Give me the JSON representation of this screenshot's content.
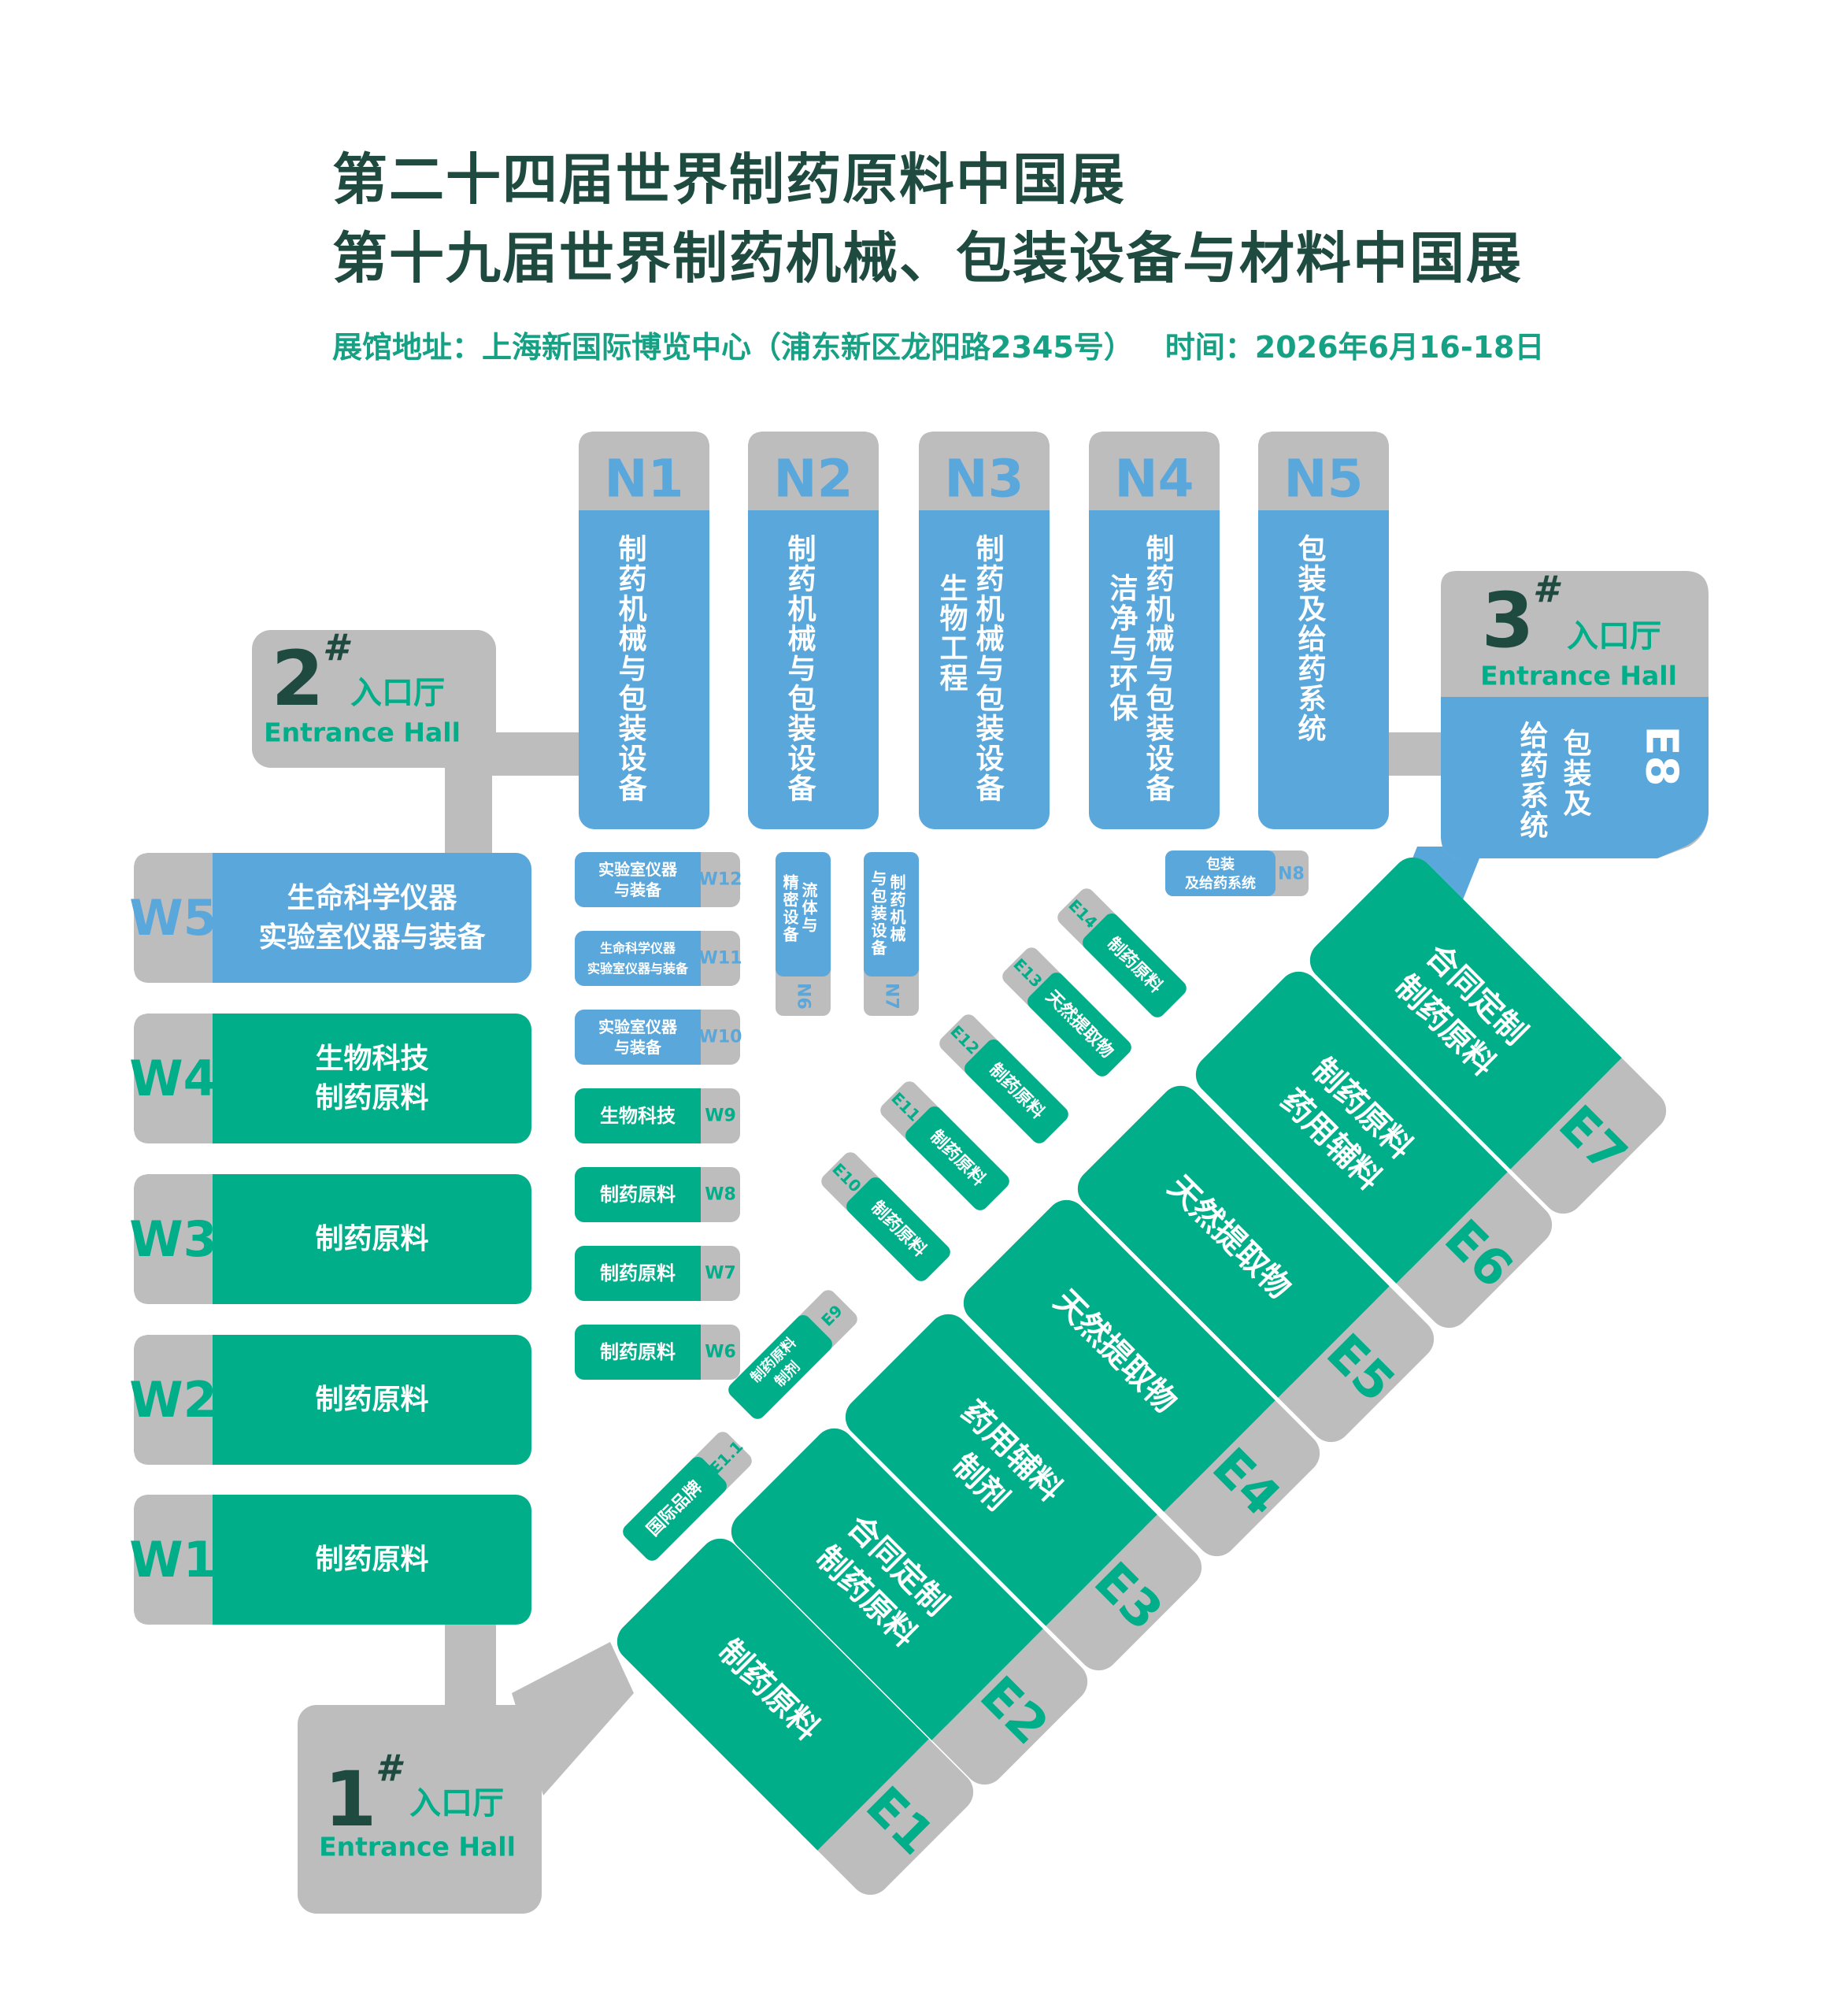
{
  "header": {
    "title_line1": "第二十四届世界制药原料中国展",
    "title_line2": "第十九届世界制药机械、包装设备与材料中国展",
    "address": "展馆地址：上海新国际博览中心（浦东新区龙阳路2345号）",
    "time": "时间：2026年6月16-18日"
  },
  "colors": {
    "green": "#00ae8a",
    "blue": "#5aa7dc",
    "gray": "#bdbdbd",
    "dark": "#1f4a40",
    "white": "#ffffff"
  },
  "entrances": [
    {
      "id": "entrance-1",
      "num": "1",
      "mark": "#",
      "label": "入口厅",
      "en": "Entrance Hall"
    },
    {
      "id": "entrance-2",
      "num": "2",
      "mark": "#",
      "label": "入口厅",
      "en": "Entrance Hall"
    },
    {
      "id": "entrance-3",
      "num": "3",
      "mark": "#",
      "label": "入口厅",
      "en": "Entrance Hall"
    }
  ],
  "north_halls": [
    {
      "code": "N1",
      "lines": [
        "制药机械与包装设备"
      ]
    },
    {
      "code": "N2",
      "lines": [
        "制药机械与包装设备"
      ]
    },
    {
      "code": "N3",
      "lines": [
        "制药机械与包装设备",
        "生物工程"
      ]
    },
    {
      "code": "N4",
      "lines": [
        "制药机械与包装设备",
        "洁净与环保"
      ]
    },
    {
      "code": "N5",
      "lines": [
        "包装及给药系统"
      ]
    }
  ],
  "small_north": [
    {
      "code": "N6",
      "lines": [
        "流体与",
        "精密设备"
      ]
    },
    {
      "code": "N7",
      "lines": [
        "制药机械",
        "与包装设备"
      ]
    },
    {
      "code": "N8",
      "lines": [
        "包装",
        "及给药系统"
      ]
    }
  ],
  "hall_e8": {
    "code": "E8",
    "lines": [
      "包装及",
      "给药系统"
    ]
  },
  "west_halls": [
    {
      "code": "W5",
      "color": "blue",
      "lines": [
        "生命科学仪器",
        "实验室仪器与装备"
      ]
    },
    {
      "code": "W4",
      "color": "green",
      "lines": [
        "生物科技",
        "制药原料"
      ]
    },
    {
      "code": "W3",
      "color": "green",
      "lines": [
        "制药原料"
      ]
    },
    {
      "code": "W2",
      "color": "green",
      "lines": [
        "制药原料"
      ]
    },
    {
      "code": "W1",
      "color": "green",
      "lines": [
        "制药原料"
      ]
    }
  ],
  "small_west": [
    {
      "code": "W12",
      "color": "blue",
      "lines": [
        "实验室仪器",
        "与装备"
      ]
    },
    {
      "code": "W11",
      "color": "blue",
      "lines": [
        "生命科学仪器",
        "实验室仪器与装备"
      ]
    },
    {
      "code": "W10",
      "color": "blue",
      "lines": [
        "实验室仪器",
        "与装备"
      ]
    },
    {
      "code": "W9",
      "color": "green",
      "lines": [
        "生物科技"
      ]
    },
    {
      "code": "W8",
      "color": "green",
      "lines": [
        "制药原料"
      ]
    },
    {
      "code": "W7",
      "color": "green",
      "lines": [
        "制药原料"
      ]
    },
    {
      "code": "W6",
      "color": "green",
      "lines": [
        "制药原料"
      ]
    }
  ],
  "east_halls": [
    {
      "code": "E1",
      "lines": [
        "制药原料"
      ]
    },
    {
      "code": "E2",
      "lines": [
        "合同定制",
        "制药原料"
      ]
    },
    {
      "code": "E3",
      "lines": [
        "药用辅料",
        "制剂"
      ]
    },
    {
      "code": "E4",
      "lines": [
        "天然提取物"
      ]
    },
    {
      "code": "E5",
      "lines": [
        "天然提取物"
      ]
    },
    {
      "code": "E6",
      "lines": [
        "制药原料",
        "药用辅料"
      ]
    },
    {
      "code": "E7",
      "lines": [
        "合同定制",
        "制药原料"
      ]
    }
  ],
  "small_east": [
    {
      "code": "E1.1",
      "lines": [
        "国际品牌"
      ]
    },
    {
      "code": "E9",
      "lines": [
        "制药原料",
        "制剂"
      ]
    },
    {
      "code": "E10",
      "lines": [
        "制药原料"
      ]
    },
    {
      "code": "E11",
      "lines": [
        "制药原料"
      ]
    },
    {
      "code": "E12",
      "lines": [
        "制药原料"
      ]
    },
    {
      "code": "E13",
      "lines": [
        "天然提取物"
      ]
    },
    {
      "code": "E14",
      "lines": [
        "制药原料"
      ]
    }
  ]
}
